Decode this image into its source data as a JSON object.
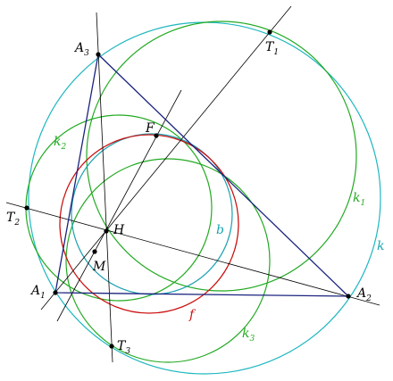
{
  "colors": {
    "triangle": "#1a237e",
    "circle_k": "#1fb8c0",
    "circle_b": "#1aa0b0",
    "circle_f": "#cc1111",
    "circles_k123": "#22aa22",
    "lines": "#000000"
  },
  "labels": {
    "A1": {
      "main": "A",
      "sub": "1"
    },
    "A2": {
      "main": "A",
      "sub": "2"
    },
    "A3": {
      "main": "A",
      "sub": "3"
    },
    "T1": {
      "main": "T",
      "sub": "1"
    },
    "T2": {
      "main": "T",
      "sub": "2"
    },
    "T3": {
      "main": "T",
      "sub": "3"
    },
    "F": {
      "main": "F",
      "sub": ""
    },
    "H": {
      "main": "H",
      "sub": ""
    },
    "M": {
      "main": "M",
      "sub": ""
    },
    "k": {
      "main": "k",
      "sub": ""
    },
    "k1": {
      "main": "k",
      "sub": "1"
    },
    "k2": {
      "main": "k",
      "sub": "2"
    },
    "k3": {
      "main": "k",
      "sub": "3"
    },
    "b": {
      "main": "b",
      "sub": ""
    },
    "f": {
      "main": "f",
      "sub": ""
    }
  }
}
